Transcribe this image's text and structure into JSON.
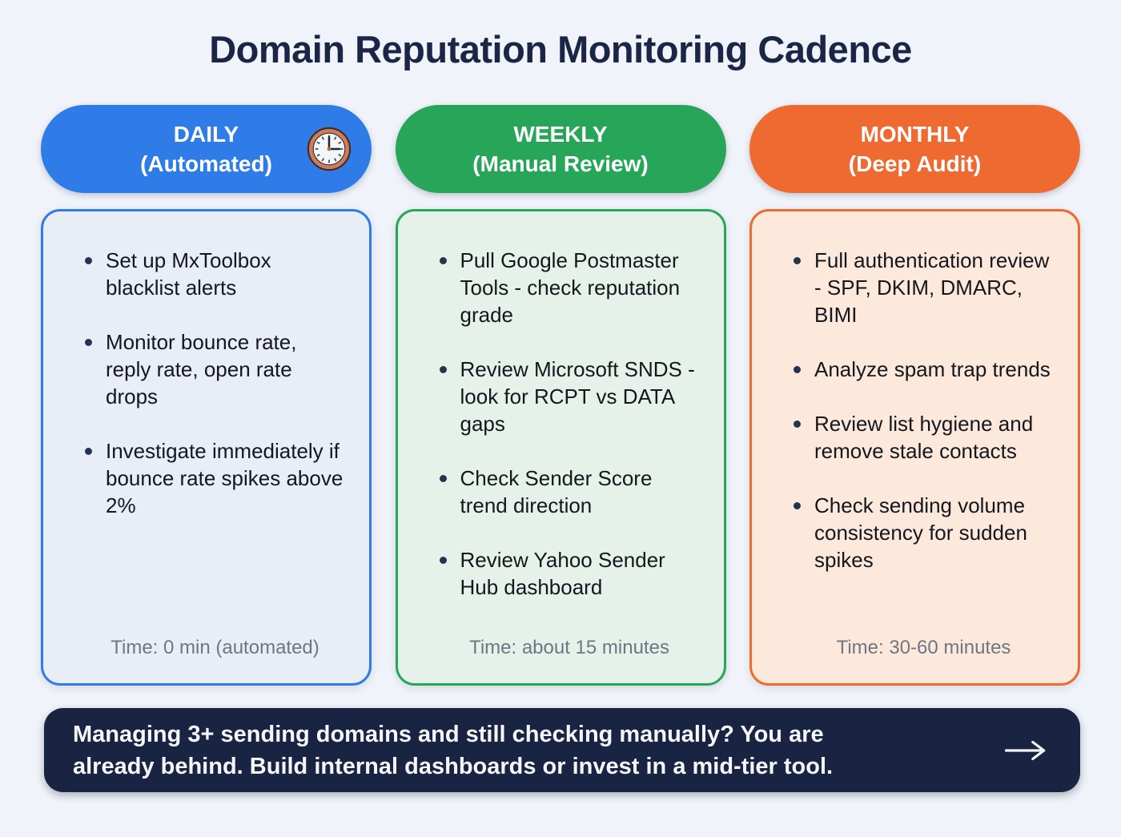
{
  "title": "Domain Reputation Monitoring Cadence",
  "columns": [
    {
      "id": "daily",
      "header": {
        "line1": "DAILY",
        "line2": "(Automated)",
        "icon": "clock-icon"
      },
      "colors": {
        "pill": "#2f7ce8",
        "card_bg": "#e9edf6"
      },
      "items": [
        "Set up MxToolbox blacklist alerts",
        "Monitor bounce rate, reply rate, open rate drops",
        "Investigate immediately if bounce rate spikes above 2%"
      ],
      "time_label": "Time: 0 min (automated)"
    },
    {
      "id": "weekly",
      "header": {
        "line1": "WEEKLY",
        "line2": "(Manual Review)"
      },
      "colors": {
        "pill": "#27a65a",
        "card_bg": "#e6f2e9"
      },
      "items": [
        "Pull Google Postmaster Tools - check reputation grade",
        "Review Microsoft SNDS - look for RCPT vs DATA gaps",
        "Check Sender Score trend direction",
        "Review Yahoo Sender Hub dashboard"
      ],
      "time_label": "Time: about 15 minutes"
    },
    {
      "id": "monthly",
      "header": {
        "line1": "MONTHLY",
        "line2": "(Deep Audit)"
      },
      "colors": {
        "pill": "#ef6a30",
        "card_bg": "#fce9dc"
      },
      "items": [
        "Full authentication review - SPF, DKIM, DMARC, BIMI",
        "Analyze spam trap trends",
        "Review list hygiene and remove stale contacts",
        "Check sending volume consistency for sudden spikes"
      ],
      "time_label": "Time: 30-60 minutes"
    }
  ],
  "footer": {
    "lines": [
      "Managing 3+ sending domains and still checking manually? You are",
      "already behind. Build internal dashboards or invest in a mid-tier tool."
    ],
    "icon": "arrow-right-icon",
    "bg": "#192442"
  },
  "colors": {
    "page_bg": "#f0f3f9",
    "title_text": "#1b2545",
    "body_text": "#14171d",
    "muted_text": "#6e7683",
    "bullet_dot": "#24344f",
    "banner_text": "#f5f6fa"
  }
}
